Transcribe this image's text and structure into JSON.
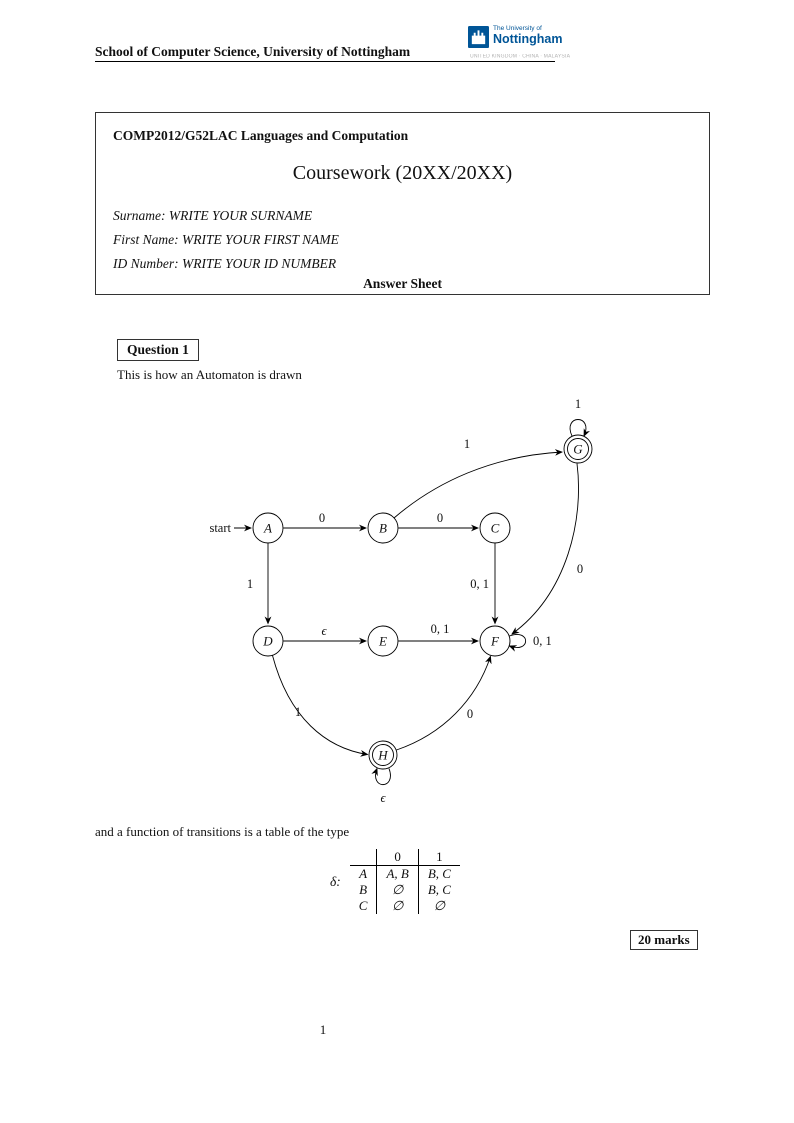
{
  "header": {
    "school": "School of Computer Science, University of Nottingham",
    "logo": {
      "line1": "The University of",
      "line2": "Nottingham",
      "tagline": "UNITED KINGDOM · CHINA · MALAYSIA",
      "brand_color": "#005597"
    }
  },
  "info_box": {
    "course": "COMP2012/G52LAC Languages and Computation",
    "title": "Coursework (20XX/20XX)",
    "fields": [
      {
        "label": "Surname:",
        "value": "WRITE YOUR SURNAME"
      },
      {
        "label": "First Name:",
        "value": "WRITE YOUR FIRST NAME"
      },
      {
        "label": "ID Number:",
        "value": "WRITE YOUR ID NUMBER"
      }
    ],
    "footer": "Answer Sheet"
  },
  "question": {
    "label": "Question 1",
    "intro": "This is how an Automaton is drawn",
    "table_intro": "and a function of transitions is a table of the type",
    "marks": "20 marks"
  },
  "automaton": {
    "start_label": "start",
    "states": [
      {
        "id": "A",
        "label": "A",
        "accepting": false
      },
      {
        "id": "B",
        "label": "B",
        "accepting": false
      },
      {
        "id": "C",
        "label": "C",
        "accepting": false
      },
      {
        "id": "D",
        "label": "D",
        "accepting": false
      },
      {
        "id": "E",
        "label": "E",
        "accepting": false
      },
      {
        "id": "F",
        "label": "F",
        "accepting": false
      },
      {
        "id": "G",
        "label": "G",
        "accepting": true
      },
      {
        "id": "H",
        "label": "H",
        "accepting": true
      }
    ],
    "edges": [
      {
        "from": "A",
        "to": "B",
        "label": "0"
      },
      {
        "from": "B",
        "to": "C",
        "label": "0"
      },
      {
        "from": "B",
        "to": "G",
        "label": "1"
      },
      {
        "from": "G",
        "to": "G",
        "label": "1"
      },
      {
        "from": "A",
        "to": "D",
        "label": "1"
      },
      {
        "from": "C",
        "to": "F",
        "label": "0, 1"
      },
      {
        "from": "G",
        "to": "F",
        "label": "0"
      },
      {
        "from": "D",
        "to": "E",
        "label": "ϵ"
      },
      {
        "from": "E",
        "to": "F",
        "label": "0, 1"
      },
      {
        "from": "F",
        "to": "F",
        "label": "0, 1"
      },
      {
        "from": "D",
        "to": "H",
        "label": "1"
      },
      {
        "from": "H",
        "to": "F",
        "label": "0"
      },
      {
        "from": "H",
        "to": "H",
        "label": "ϵ"
      }
    ]
  },
  "delta_table": {
    "name": "δ:",
    "headers": [
      "0",
      "1"
    ],
    "rows": [
      {
        "state": "A",
        "zero": "A, B",
        "one": "B, C"
      },
      {
        "state": "B",
        "zero": "∅",
        "one": "B, C"
      },
      {
        "state": "C",
        "zero": "∅",
        "one": "∅"
      }
    ]
  },
  "page": {
    "number": "1"
  }
}
